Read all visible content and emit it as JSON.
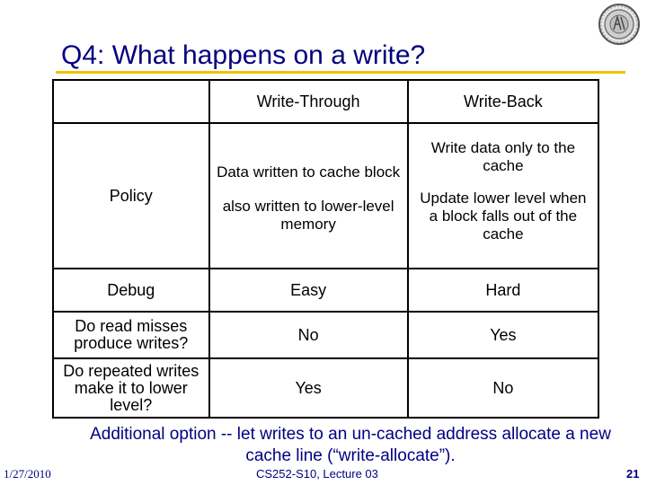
{
  "slide": {
    "title": "Q4: What happens on a write?",
    "logo": "university-seal-icon"
  },
  "table": {
    "headers": [
      "",
      "Write-Through",
      "Write-Back"
    ],
    "policy": {
      "label": "Policy",
      "write_through_line1": "Data written to cache block",
      "write_through_line2": "also written to lower-level memory",
      "write_back_line1": "Write data only to the cache",
      "write_back_line2": "Update lower level when a block falls out of the cache"
    },
    "rows": [
      {
        "label": "Debug",
        "write_through": "Easy",
        "write_back": "Hard"
      },
      {
        "label": "Do read misses produce writes?",
        "write_through": "No",
        "write_back": "Yes"
      },
      {
        "label": "Do repeated writes make it to lower level?",
        "write_through": "Yes",
        "write_back": "No"
      }
    ]
  },
  "note": "Additional option -- let writes to an un-cached address allocate a new cache line (“write-allocate”).",
  "footer": {
    "date": "1/27/2010",
    "course": "CS252-S10, Lecture 03",
    "page": "21"
  },
  "colors": {
    "title": "#000080",
    "rule": "#f5c000",
    "note": "#000080"
  }
}
